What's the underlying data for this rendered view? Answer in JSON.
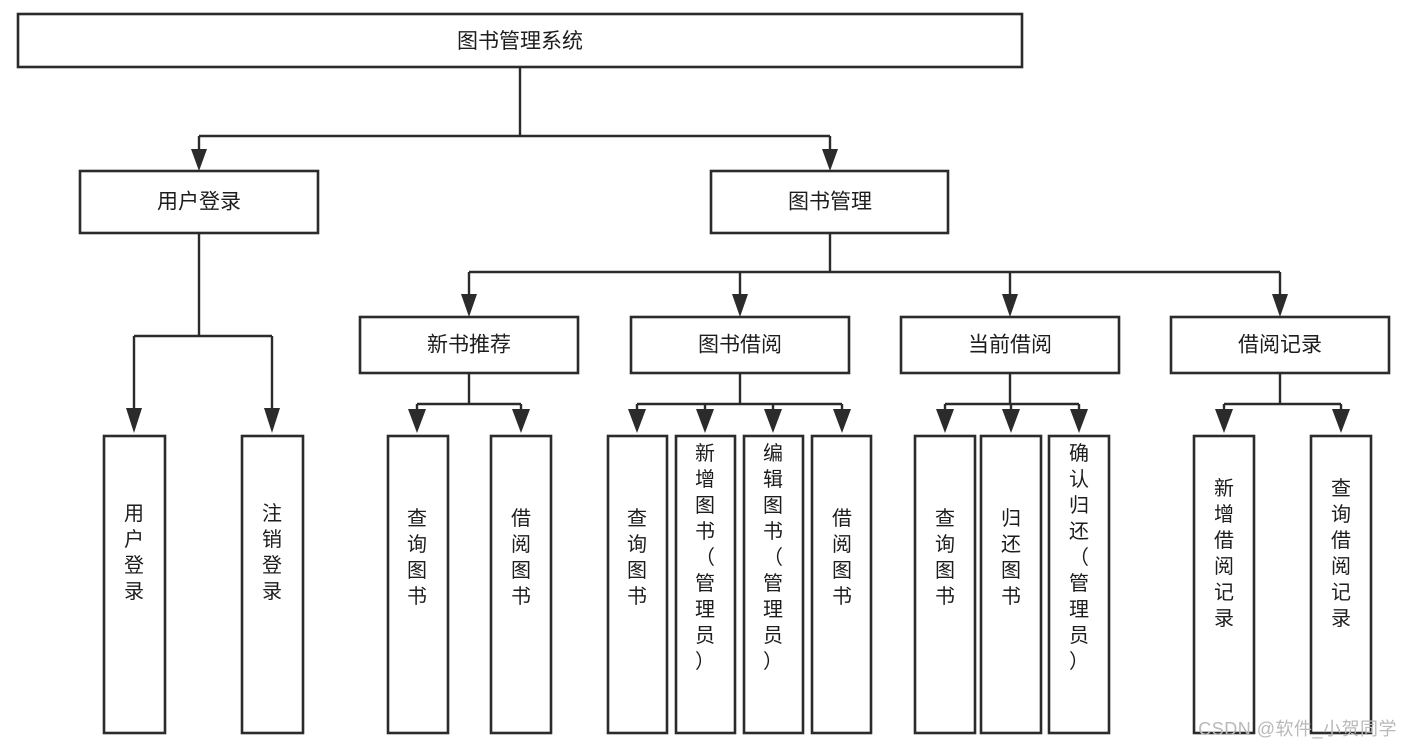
{
  "diagram": {
    "type": "tree-hierarchy",
    "title": "图书管理系统",
    "watermark": "CSDN @软件_小贺同学",
    "colors": {
      "background": "#ffffff",
      "stroke": "#2b2b2b",
      "text": "#1d1d1d",
      "watermark": "#b9b9b9"
    },
    "levels": {
      "root": "图书管理系统",
      "level2": [
        "用户登录",
        "图书管理"
      ],
      "level3": [
        "新书推荐",
        "图书借阅",
        "当前借阅",
        "借阅记录"
      ]
    },
    "nodes": {
      "root": {
        "label": "图书管理系统",
        "orientation": "horizontal"
      },
      "user_login": {
        "label": "用户登录",
        "orientation": "horizontal"
      },
      "book_manage": {
        "label": "图书管理",
        "orientation": "horizontal"
      },
      "new_book_rec": {
        "label": "新书推荐",
        "orientation": "horizontal"
      },
      "book_borrow": {
        "label": "图书借阅",
        "orientation": "horizontal"
      },
      "current_borrow": {
        "label": "当前借阅",
        "orientation": "horizontal"
      },
      "borrow_record": {
        "label": "借阅记录",
        "orientation": "horizontal"
      },
      "leaf_user_login": {
        "label": "用户登录",
        "orientation": "vertical"
      },
      "leaf_logout": {
        "label": "注销登录",
        "orientation": "vertical"
      },
      "leaf_query_book_1": {
        "label": "查询图书",
        "orientation": "vertical"
      },
      "leaf_borrow_book_1": {
        "label": "借阅图书",
        "orientation": "vertical"
      },
      "leaf_query_book_2": {
        "label": "查询图书",
        "orientation": "vertical"
      },
      "leaf_add_book": {
        "label": "新增图书（管理员）",
        "orientation": "vertical"
      },
      "leaf_edit_book": {
        "label": "编辑图书（管理员）",
        "orientation": "vertical"
      },
      "leaf_borrow_book_2": {
        "label": "借阅图书",
        "orientation": "vertical"
      },
      "leaf_query_book_3": {
        "label": "查询图书",
        "orientation": "vertical"
      },
      "leaf_return_book": {
        "label": "归还图书",
        "orientation": "vertical"
      },
      "leaf_confirm_return": {
        "label": "确认归还（管理员）",
        "orientation": "vertical"
      },
      "leaf_add_record": {
        "label": "新增借阅记录",
        "orientation": "vertical"
      },
      "leaf_query_record": {
        "label": "查询借阅记录",
        "orientation": "vertical"
      }
    },
    "edges": [
      {
        "from": "root",
        "to": "user_login"
      },
      {
        "from": "root",
        "to": "book_manage"
      },
      {
        "from": "user_login",
        "to": "leaf_user_login"
      },
      {
        "from": "user_login",
        "to": "leaf_logout"
      },
      {
        "from": "book_manage",
        "to": "new_book_rec"
      },
      {
        "from": "book_manage",
        "to": "book_borrow"
      },
      {
        "from": "book_manage",
        "to": "current_borrow"
      },
      {
        "from": "book_manage",
        "to": "borrow_record"
      },
      {
        "from": "new_book_rec",
        "to": "leaf_query_book_1"
      },
      {
        "from": "new_book_rec",
        "to": "leaf_borrow_book_1"
      },
      {
        "from": "book_borrow",
        "to": "leaf_query_book_2"
      },
      {
        "from": "book_borrow",
        "to": "leaf_add_book"
      },
      {
        "from": "book_borrow",
        "to": "leaf_edit_book"
      },
      {
        "from": "book_borrow",
        "to": "leaf_borrow_book_2"
      },
      {
        "from": "current_borrow",
        "to": "leaf_query_book_3"
      },
      {
        "from": "current_borrow",
        "to": "leaf_return_book"
      },
      {
        "from": "current_borrow",
        "to": "leaf_confirm_return"
      },
      {
        "from": "borrow_record",
        "to": "leaf_add_record"
      },
      {
        "from": "borrow_record",
        "to": "leaf_query_record"
      }
    ]
  }
}
